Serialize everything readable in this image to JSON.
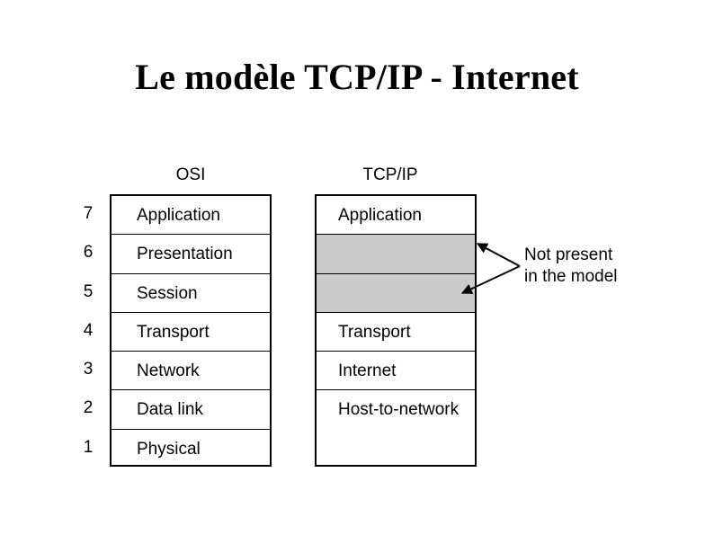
{
  "slide": {
    "title": "Le modèle TCP/IP - Internet"
  },
  "diagram": {
    "columns": {
      "osi_caption": "OSI",
      "tcpip_caption": "TCP/IP"
    },
    "layer_numbers": [
      "7",
      "6",
      "5",
      "4",
      "3",
      "2",
      "1"
    ],
    "osi_layers": [
      {
        "number": "7",
        "label": "Application"
      },
      {
        "number": "6",
        "label": "Presentation"
      },
      {
        "number": "5",
        "label": "Session"
      },
      {
        "number": "4",
        "label": "Transport"
      },
      {
        "number": "3",
        "label": "Network"
      },
      {
        "number": "2",
        "label": "Data link"
      },
      {
        "number": "1",
        "label": "Physical"
      }
    ],
    "tcpip_layers": [
      {
        "label": "Application",
        "rows": 1,
        "filled": false
      },
      {
        "label": "",
        "rows": 1,
        "filled": true
      },
      {
        "label": "",
        "rows": 1,
        "filled": true
      },
      {
        "label": "Transport",
        "rows": 1,
        "filled": false
      },
      {
        "label": "Internet",
        "rows": 1,
        "filled": false
      },
      {
        "label": "Host-to-network",
        "rows": 2,
        "filled": false
      }
    ],
    "annotation": {
      "line1": "Not present",
      "line2": "in the model"
    },
    "colors": {
      "missing_layer_fill": "#cccccc",
      "stroke": "#000000",
      "background": "#ffffff"
    }
  }
}
